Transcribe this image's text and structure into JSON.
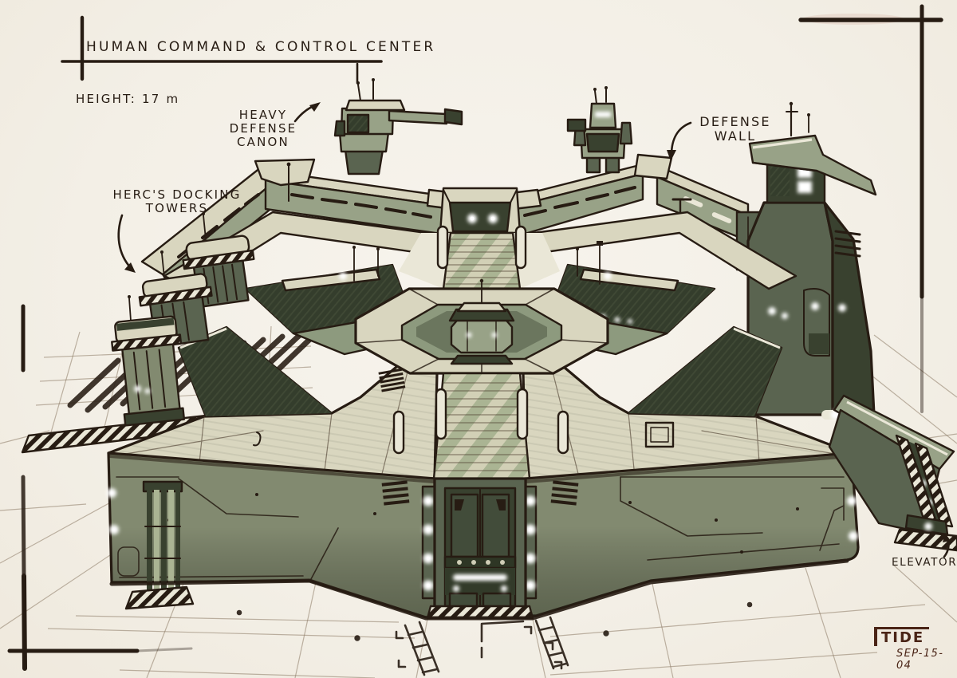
{
  "titleblock": {
    "title": "HUMAN COMMAND & CONTROL CENTER",
    "height_spec": "HEIGHT: 17 m"
  },
  "annotations": {
    "heavy_defense_canon": {
      "label": "HEAVY\nDEFENSE\nCANON"
    },
    "defense_wall": {
      "label": "DEFENSE\nWALL"
    },
    "hercs_docking_towers": {
      "label": "HERC'S DOCKING\nTOWERS"
    },
    "elevator": {
      "label": "ELEVATOR"
    }
  },
  "signature": {
    "artist_mark": "TIDE",
    "date": "SEP-15-04"
  },
  "palette": {
    "ink": "#271c13",
    "inkSoft": "#4a3a2c",
    "paper": "#f3efe6",
    "cream": "#d9d6bf",
    "creamHi": "#eae7d7",
    "sage": "#98a287",
    "frontWall": "#828a70",
    "olive": "#5a6450",
    "deep": "#39412f",
    "ring": "#8d9a7e",
    "grid": "#8d7b66",
    "sig": "#4a2416"
  }
}
